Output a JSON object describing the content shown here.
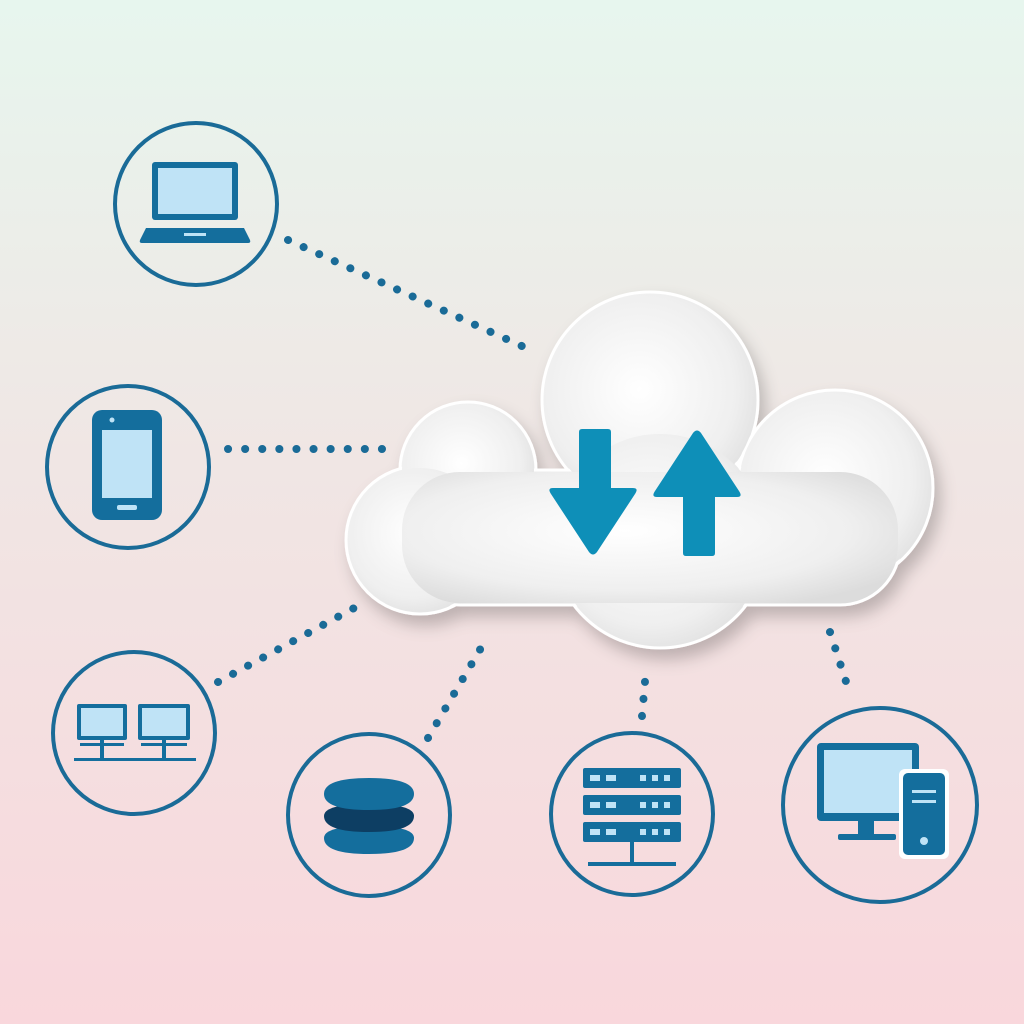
{
  "colors": {
    "background_top": "#e7f6ee",
    "background_bottom": "#f9d7dc",
    "circle_stroke": "#1a6b97",
    "icon_dark": "#146e9d",
    "icon_light": "#bfe3f6",
    "connector_dots": "#1a6b97",
    "cloud_fill": "#f4f4f4",
    "arrow_fill": "#0e8fb8"
  },
  "cloud": {
    "icon": "cloud-sync-icon",
    "arrows": [
      "arrow-down-icon",
      "arrow-up-icon"
    ]
  },
  "nodes": [
    {
      "name": "laptop-node",
      "icon": "laptop-icon"
    },
    {
      "name": "smartphone-node",
      "icon": "smartphone-icon"
    },
    {
      "name": "network-node",
      "icon": "network-computers-icon"
    },
    {
      "name": "database-node",
      "icon": "database-icon"
    },
    {
      "name": "server-node",
      "icon": "server-rack-icon"
    },
    {
      "name": "desktop-node",
      "icon": "desktop-computer-icon"
    }
  ]
}
